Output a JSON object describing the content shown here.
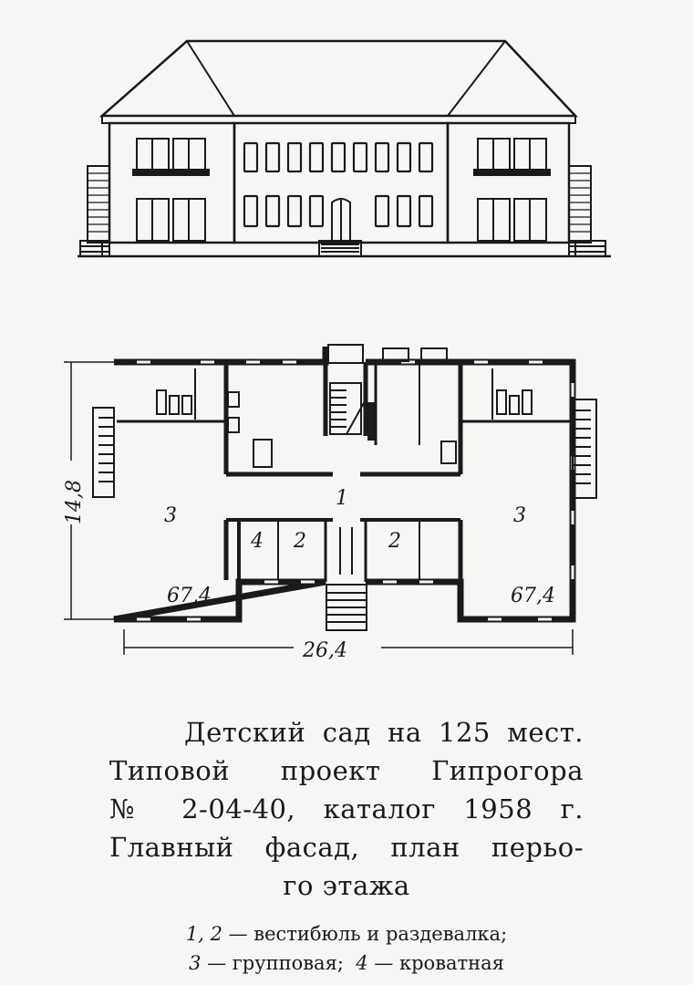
{
  "plan": {
    "dimension_height": "14,8",
    "dimension_width": "26,4",
    "rooms": [
      {
        "id": "group-left-label",
        "number": "3"
      },
      {
        "id": "group-right-label",
        "number": "3"
      },
      {
        "id": "vestibule-label",
        "number": "1"
      },
      {
        "id": "cloakroom-left-label",
        "number": "2"
      },
      {
        "id": "cloakroom-right-label",
        "number": "2"
      },
      {
        "id": "bedroom-label",
        "number": "4"
      }
    ],
    "area_left": "67,4",
    "area_right": "67,4"
  },
  "caption": {
    "line1": "Детский сад на 125 мест.",
    "line2": "Типовой проект Гипрогора",
    "line3": "№ 2-04-40, каталог 1958 г.",
    "line4": "Главный фасад, план перьо-",
    "line5": "го этажа"
  },
  "legend": {
    "item1_num": "1, 2",
    "item1_text": " — вестибюль и раздевалка;",
    "item2_num": "3",
    "item2_text": " — групповая;",
    "item3_num": "4",
    "item3_text": " — кроватная"
  }
}
